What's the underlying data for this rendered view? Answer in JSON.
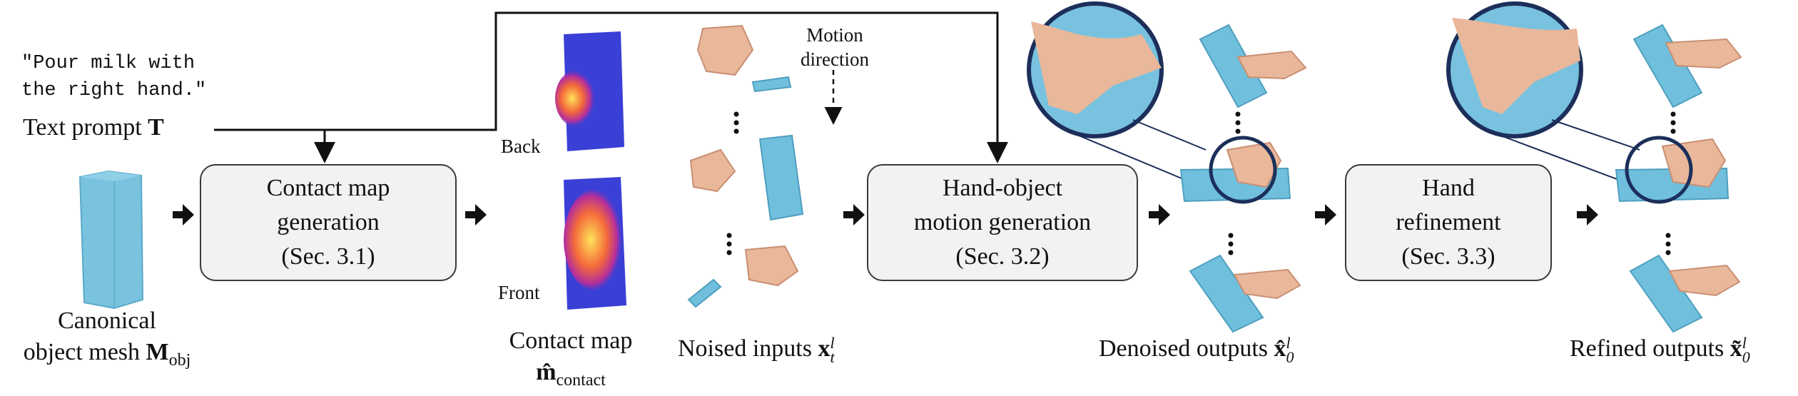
{
  "text_prompt": {
    "quote_line1": "\"Pour milk with",
    "quote_line2": "the right hand.\"",
    "label_text": "Text prompt ",
    "label_symbol": "T"
  },
  "canonical_mesh": {
    "line1": "Canonical",
    "line2_text": "object mesh ",
    "line2_symbol": "M",
    "line2_sub": "obj"
  },
  "contact_box": {
    "line1": "Contact map",
    "line2": "generation",
    "line3": "(Sec. 3.1)"
  },
  "contact_map": {
    "back_label": "Back",
    "front_label": "Front",
    "caption_line1": "Contact map",
    "caption_symbol": "m̂",
    "caption_sub": "contact"
  },
  "noised": {
    "motion_line1": "Motion",
    "motion_line2": "direction",
    "caption_text": "Noised inputs ",
    "caption_symbol": "x",
    "caption_sup": "l",
    "caption_sub": "t"
  },
  "motion_box": {
    "line1": "Hand-object",
    "line2": "motion generation",
    "line3": "(Sec. 3.2)"
  },
  "denoised": {
    "caption_text": "Denoised outputs ",
    "caption_symbol": "x̂",
    "caption_sup": "l",
    "caption_sub": "0"
  },
  "refine_box": {
    "line1": "Hand",
    "line2": "refinement",
    "line3": "(Sec. 3.3)"
  },
  "refined": {
    "caption_text": "Refined outputs ",
    "caption_symbol": "x̃",
    "caption_sup": "l",
    "caption_sub": "0"
  },
  "colors": {
    "object": "#6fbfdd",
    "hand": "#e9b79a",
    "heatmap_base": "#3a3fd6",
    "heatmap_hot": "#ffd43a",
    "box_fill": "#f2f2f2",
    "ring": "#1c2f5a"
  }
}
